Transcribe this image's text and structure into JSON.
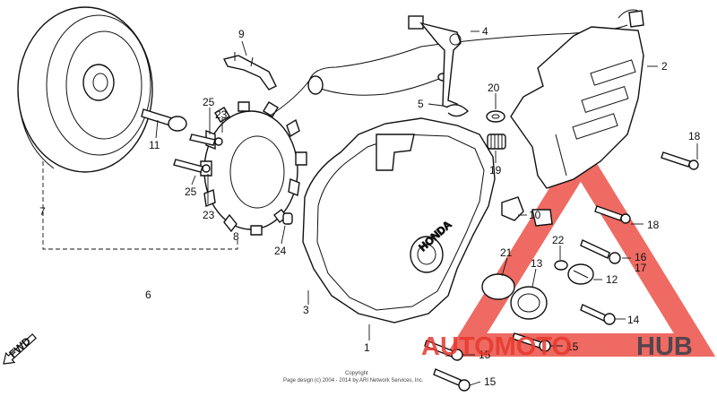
{
  "diagram": {
    "callouts": [
      "1",
      "2",
      "3",
      "4",
      "5",
      "6",
      "7",
      "8",
      "9",
      "10",
      "11",
      "12",
      "13",
      "14",
      "15",
      "15",
      "15",
      "16",
      "17",
      "18",
      "18",
      "19",
      "20",
      "21",
      "22",
      "23",
      "23",
      "24",
      "25",
      "25"
    ],
    "cover_text": "HONDA",
    "direction_label": "FWD",
    "copyright": {
      "line1": "Copyright",
      "line2": "Page design (c) 2004 - 2014 by ARI Network Services, Inc."
    },
    "watermark": {
      "part_auto": "AUTOMOTO",
      "part_hub": "HUB",
      "colors": {
        "triangle": "#e8382e",
        "auto": "#e8382e",
        "hub": "#3a3f4a"
      }
    }
  }
}
